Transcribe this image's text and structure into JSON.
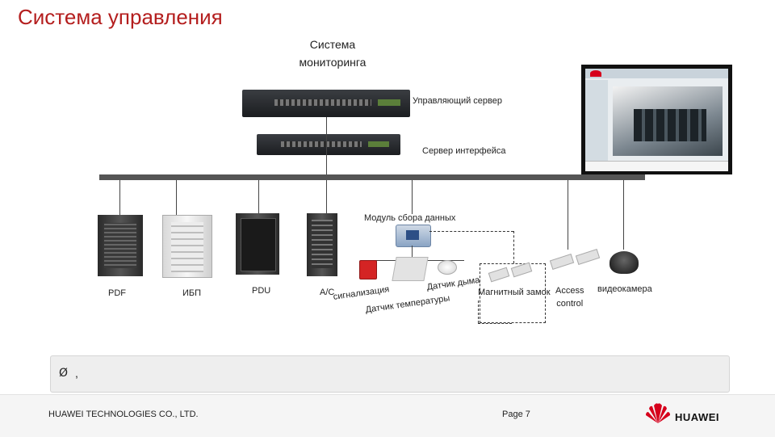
{
  "slide": {
    "title": "Система управления",
    "monitoring_system": [
      "Система",
      "мониторинга"
    ],
    "colors": {
      "title": "#b41e1e",
      "bus": "#555555",
      "brand": "#d6001c"
    }
  },
  "servers": {
    "control_server": "Управляющий сервер",
    "interface_server": "Сервер интерфейса"
  },
  "data_module": "Модуль сбора данных",
  "devices": {
    "pdf": "PDF",
    "ups": "ИБП",
    "pdu": "PDU",
    "ac": "A/C"
  },
  "sensors": {
    "alarm": "сигнализация",
    "temperature": "Датчик температуры",
    "smoke": "Датчик дыма",
    "magnetic_lock": "Магнитный замок",
    "access_control": [
      "Access",
      "control"
    ],
    "camera": "видеокамера"
  },
  "note": {
    "bullet": "Ø",
    "text": ","
  },
  "footer": {
    "company": "HUAWEI TECHNOLOGIES CO., LTD.",
    "page": "Page 7",
    "brand": "HUAWEI"
  }
}
